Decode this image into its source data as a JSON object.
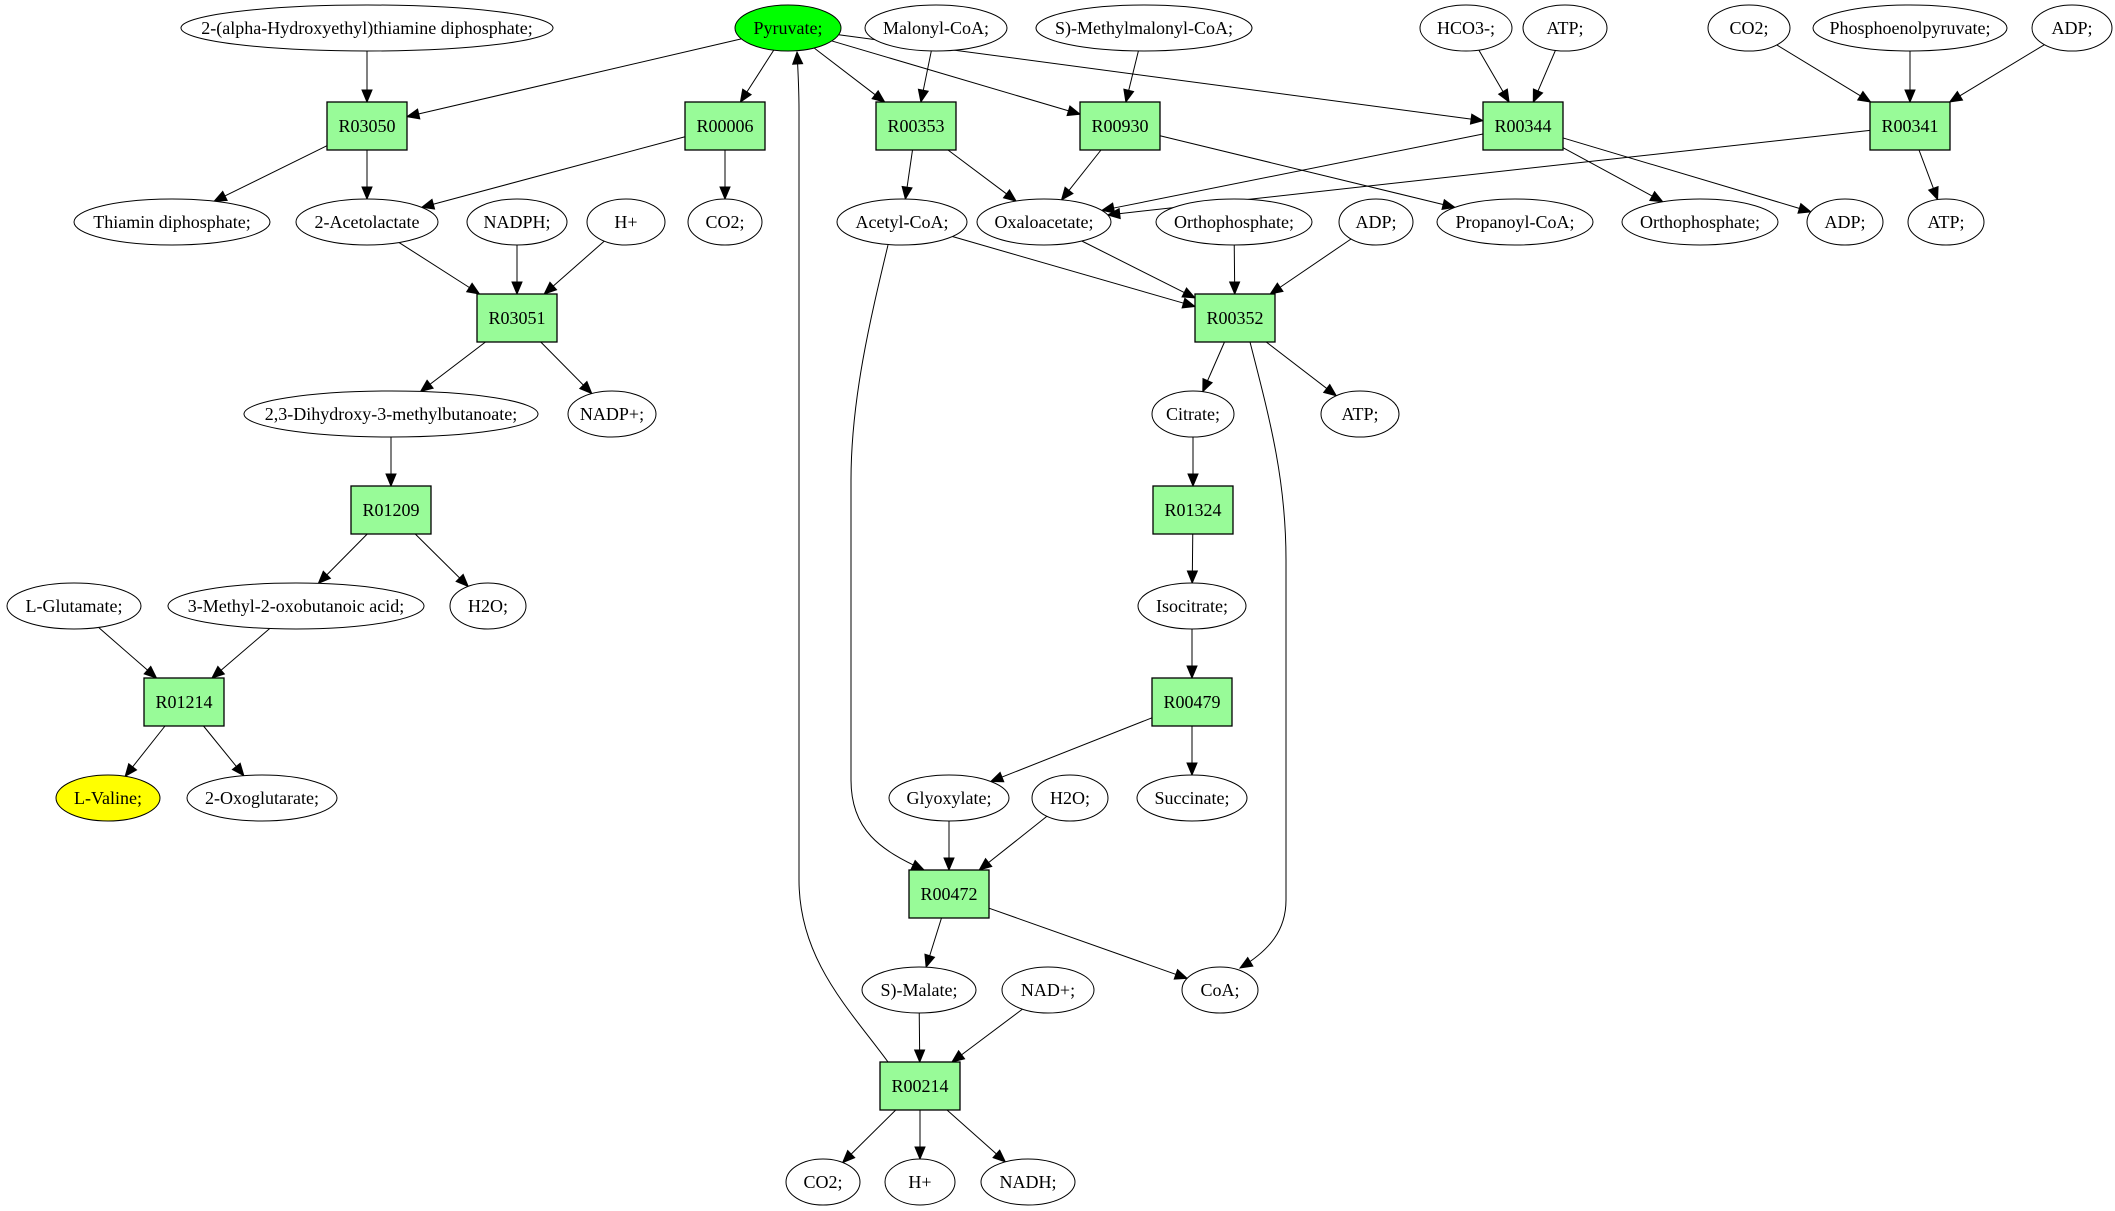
{
  "title": "L-Valine biosynthesis pathway from Pyruvate",
  "colors": {
    "reaction_fill": "#98fb98",
    "compound_fill": "#ffffff",
    "source_fill": "#00ff00",
    "target_fill": "#ffff00",
    "stroke": "#000000"
  },
  "compounds": [
    {
      "id": "hetdp",
      "label": "2-(alpha-Hydroxyethyl)thiamine diphosphate;"
    },
    {
      "id": "pyruvate",
      "label": "Pyruvate;",
      "role": "source"
    },
    {
      "id": "malonyl",
      "label": "Malonyl-CoA;"
    },
    {
      "id": "methylmalonyl",
      "label": "S)-Methylmalonyl-CoA;"
    },
    {
      "id": "hco3",
      "label": "HCO3-;"
    },
    {
      "id": "atp1",
      "label": "ATP;"
    },
    {
      "id": "co2_1",
      "label": "CO2;"
    },
    {
      "id": "pep",
      "label": "Phosphoenolpyruvate;"
    },
    {
      "id": "adp1",
      "label": "ADP;"
    },
    {
      "id": "thiamin",
      "label": "Thiamin diphosphate;"
    },
    {
      "id": "acetolactate",
      "label": "2-Acetolactate"
    },
    {
      "id": "nadph",
      "label": "NADPH;"
    },
    {
      "id": "hplus1",
      "label": "H+"
    },
    {
      "id": "co2_2",
      "label": "CO2;"
    },
    {
      "id": "acetylcoa",
      "label": "Acetyl-CoA;"
    },
    {
      "id": "oxaloacetate",
      "label": "Oxaloacetate;"
    },
    {
      "id": "orthophos1",
      "label": "Orthophosphate;"
    },
    {
      "id": "adp2",
      "label": "ADP;"
    },
    {
      "id": "propanoyl",
      "label": "Propanoyl-CoA;"
    },
    {
      "id": "orthophos2",
      "label": "Orthophosphate;"
    },
    {
      "id": "adp3",
      "label": "ADP;"
    },
    {
      "id": "atp2",
      "label": "ATP;"
    },
    {
      "id": "dihydroxy",
      "label": "2,3-Dihydroxy-3-methylbutanoate;"
    },
    {
      "id": "nadpplus",
      "label": "NADP+;"
    },
    {
      "id": "citrate",
      "label": "Citrate;"
    },
    {
      "id": "atp3",
      "label": "ATP;"
    },
    {
      "id": "glutamate",
      "label": "L-Glutamate;"
    },
    {
      "id": "methyloxo",
      "label": "3-Methyl-2-oxobutanoic acid;"
    },
    {
      "id": "h2o1",
      "label": "H2O;"
    },
    {
      "id": "isocitrate",
      "label": "Isocitrate;"
    },
    {
      "id": "valine",
      "label": "L-Valine;",
      "role": "target"
    },
    {
      "id": "oxoglutarate",
      "label": "2-Oxoglutarate;"
    },
    {
      "id": "glyoxylate",
      "label": "Glyoxylate;"
    },
    {
      "id": "h2o2",
      "label": "H2O;"
    },
    {
      "id": "succinate",
      "label": "Succinate;"
    },
    {
      "id": "malate",
      "label": "S)-Malate;"
    },
    {
      "id": "nadplus",
      "label": "NAD+;"
    },
    {
      "id": "coa",
      "label": "CoA;"
    },
    {
      "id": "co2_3",
      "label": "CO2;"
    },
    {
      "id": "hplus2",
      "label": "H+"
    },
    {
      "id": "nadh",
      "label": "NADH;"
    }
  ],
  "reactions": [
    {
      "id": "R03050",
      "label": "R03050"
    },
    {
      "id": "R00006",
      "label": "R00006"
    },
    {
      "id": "R00353",
      "label": "R00353"
    },
    {
      "id": "R00930",
      "label": "R00930"
    },
    {
      "id": "R00344",
      "label": "R00344"
    },
    {
      "id": "R00341",
      "label": "R00341"
    },
    {
      "id": "R03051",
      "label": "R03051"
    },
    {
      "id": "R00352",
      "label": "R00352"
    },
    {
      "id": "R01209",
      "label": "R01209"
    },
    {
      "id": "R01324",
      "label": "R01324"
    },
    {
      "id": "R01214",
      "label": "R01214"
    },
    {
      "id": "R00479",
      "label": "R00479"
    },
    {
      "id": "R00472",
      "label": "R00472"
    },
    {
      "id": "R00214",
      "label": "R00214"
    }
  ],
  "edges": [
    [
      "hetdp",
      "R03050"
    ],
    [
      "pyruvate",
      "R03050"
    ],
    [
      "R03050",
      "thiamin"
    ],
    [
      "R03050",
      "acetolactate"
    ],
    [
      "pyruvate",
      "R00006"
    ],
    [
      "R00006",
      "acetolactate"
    ],
    [
      "R00006",
      "co2_2"
    ],
    [
      "pyruvate",
      "R00353"
    ],
    [
      "malonyl",
      "R00353"
    ],
    [
      "R00353",
      "acetylcoa"
    ],
    [
      "R00353",
      "oxaloacetate"
    ],
    [
      "pyruvate",
      "R00930"
    ],
    [
      "methylmalonyl",
      "R00930"
    ],
    [
      "R00930",
      "oxaloacetate"
    ],
    [
      "R00930",
      "propanoyl"
    ],
    [
      "pyruvate",
      "R00344"
    ],
    [
      "hco3",
      "R00344"
    ],
    [
      "atp1",
      "R00344"
    ],
    [
      "R00344",
      "oxaloacetate"
    ],
    [
      "R00344",
      "orthophos2"
    ],
    [
      "R00344",
      "adp3"
    ],
    [
      "co2_1",
      "R00341"
    ],
    [
      "pep",
      "R00341"
    ],
    [
      "adp1",
      "R00341"
    ],
    [
      "R00341",
      "oxaloacetate"
    ],
    [
      "R00341",
      "atp2"
    ],
    [
      "acetolactate",
      "R03051"
    ],
    [
      "nadph",
      "R03051"
    ],
    [
      "hplus1",
      "R03051"
    ],
    [
      "R03051",
      "dihydroxy"
    ],
    [
      "R03051",
      "nadpplus"
    ],
    [
      "acetylcoa",
      "R00352"
    ],
    [
      "oxaloacetate",
      "R00352"
    ],
    [
      "orthophos1",
      "R00352"
    ],
    [
      "adp2",
      "R00352"
    ],
    [
      "R00352",
      "citrate"
    ],
    [
      "R00352",
      "atp3"
    ],
    [
      "R00352",
      "coa"
    ],
    [
      "dihydroxy",
      "R01209"
    ],
    [
      "R01209",
      "methyloxo"
    ],
    [
      "R01209",
      "h2o1"
    ],
    [
      "citrate",
      "R01324"
    ],
    [
      "R01324",
      "isocitrate"
    ],
    [
      "glutamate",
      "R01214"
    ],
    [
      "methyloxo",
      "R01214"
    ],
    [
      "R01214",
      "valine"
    ],
    [
      "R01214",
      "oxoglutarate"
    ],
    [
      "isocitrate",
      "R00479"
    ],
    [
      "R00479",
      "glyoxylate"
    ],
    [
      "R00479",
      "succinate"
    ],
    [
      "acetylcoa",
      "R00472"
    ],
    [
      "glyoxylate",
      "R00472"
    ],
    [
      "h2o2",
      "R00472"
    ],
    [
      "R00472",
      "malate"
    ],
    [
      "R00472",
      "coa"
    ],
    [
      "malate",
      "R00214"
    ],
    [
      "nadplus",
      "R00214"
    ],
    [
      "R00214",
      "co2_3"
    ],
    [
      "R00214",
      "hplus2"
    ],
    [
      "R00214",
      "nadh"
    ],
    [
      "R00214",
      "pyruvate"
    ]
  ]
}
